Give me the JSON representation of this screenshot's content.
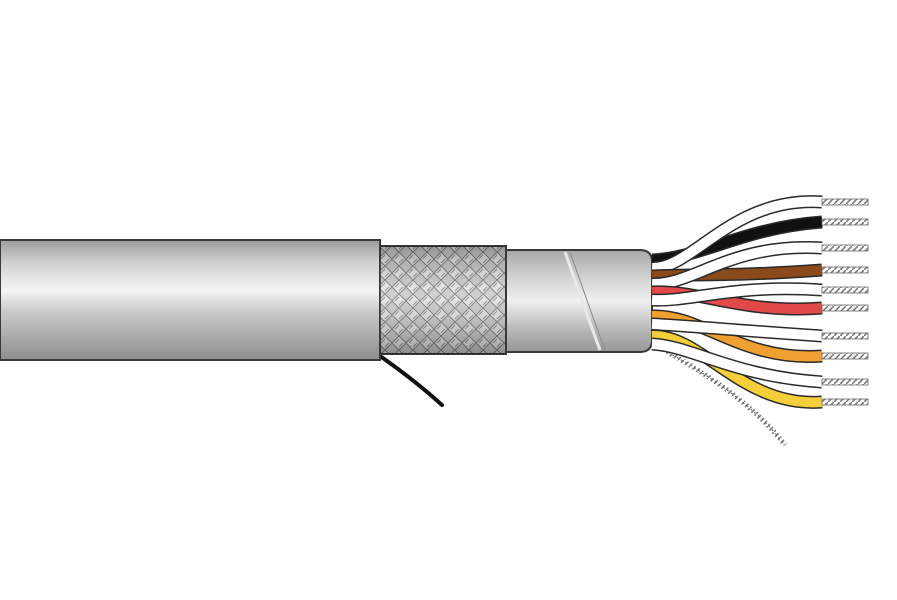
{
  "illustration": {
    "subject": "cable-cutaway",
    "colors": {
      "background": "#ffffff",
      "jacket_light": "#e8e8e8",
      "jacket_mid": "#bdbdbd",
      "jacket_dark": "#8c8c8c",
      "outline": "#3a3a3a",
      "braid": "#9a9a9a",
      "foil": "#c4c4c4",
      "drain_wire": "#111111",
      "conductor_strand": "#8a8a8a"
    },
    "pairs": [
      {
        "name": "black-pair",
        "color": "#111111"
      },
      {
        "name": "brown-pair",
        "color": "#8b4a1c"
      },
      {
        "name": "red-pair",
        "color": "#e24a4a"
      },
      {
        "name": "orange-pair",
        "color": "#f0a030"
      },
      {
        "name": "yellow-pair",
        "color": "#f5cf3a"
      }
    ]
  }
}
